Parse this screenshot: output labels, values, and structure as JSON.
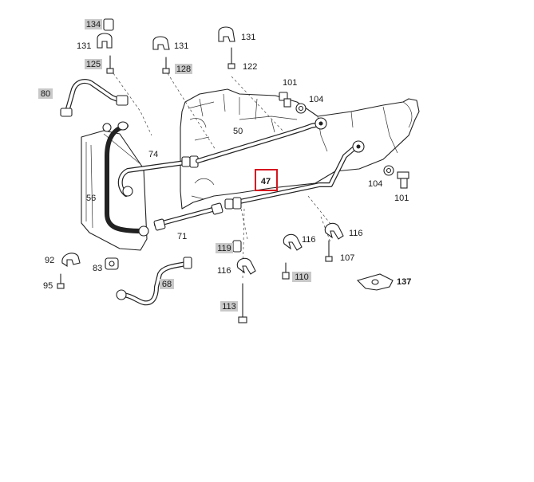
{
  "diagram": {
    "highlight_color": "#d6161f",
    "box_color": "#c9c9c9",
    "labels": {
      "p134": "134",
      "p131a": "131",
      "p131b": "131",
      "p131c": "131",
      "p125": "125",
      "p128": "128",
      "p122": "122",
      "p80": "80",
      "p101a": "101",
      "p104a": "104",
      "p50": "50",
      "p74": "74",
      "p56": "56",
      "p47": "47",
      "p104b": "104",
      "p101b": "101",
      "p71": "71",
      "p116a": "116",
      "p116b": "116",
      "p116c": "116",
      "p92": "92",
      "p83": "83",
      "p119": "119",
      "p107": "107",
      "p137": "137",
      "p95": "95",
      "p68": "68",
      "p110": "110",
      "p113": "113"
    }
  }
}
